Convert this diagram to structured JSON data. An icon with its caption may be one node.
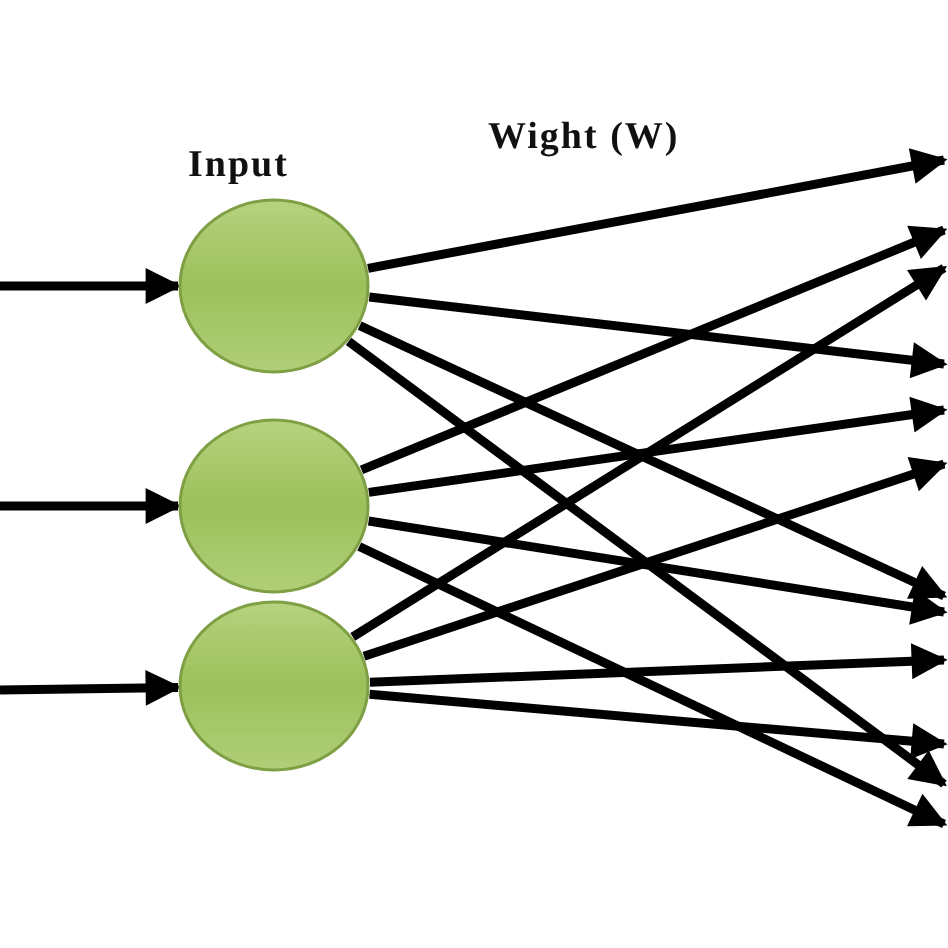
{
  "diagram": {
    "nodes": [
      {
        "text": [],
        "shape": "circle"
      },
      {
        "text": [],
        "shape": "circle"
      },
      {
        "text": [],
        "shape": "circle"
      }
    ],
    "edges": [
      {
        "from": null,
        "to": 0,
        "arrow": "to"
      },
      {
        "from": null,
        "to": 1,
        "arrow": "to"
      },
      {
        "from": null,
        "to": 2,
        "arrow": "to"
      },
      {
        "from": 0,
        "to": null,
        "arrow": "to"
      },
      {
        "from": 0,
        "to": null,
        "arrow": "to"
      },
      {
        "from": 0,
        "to": null,
        "arrow": "to"
      },
      {
        "from": 0,
        "to": null,
        "arrow": "to"
      },
      {
        "from": 1,
        "to": null,
        "arrow": "to"
      },
      {
        "from": 1,
        "to": null,
        "arrow": "to"
      },
      {
        "from": 1,
        "to": null,
        "arrow": "to"
      },
      {
        "from": 1,
        "to": null,
        "arrow": "to"
      },
      {
        "from": 2,
        "to": null,
        "arrow": "to"
      },
      {
        "from": 2,
        "to": null,
        "arrow": "to"
      },
      {
        "from": 2,
        "to": null,
        "arrow": "to"
      },
      {
        "from": 2,
        "to": null,
        "arrow": "to"
      }
    ],
    "labels": [
      "Input",
      "Wight (W)"
    ]
  }
}
